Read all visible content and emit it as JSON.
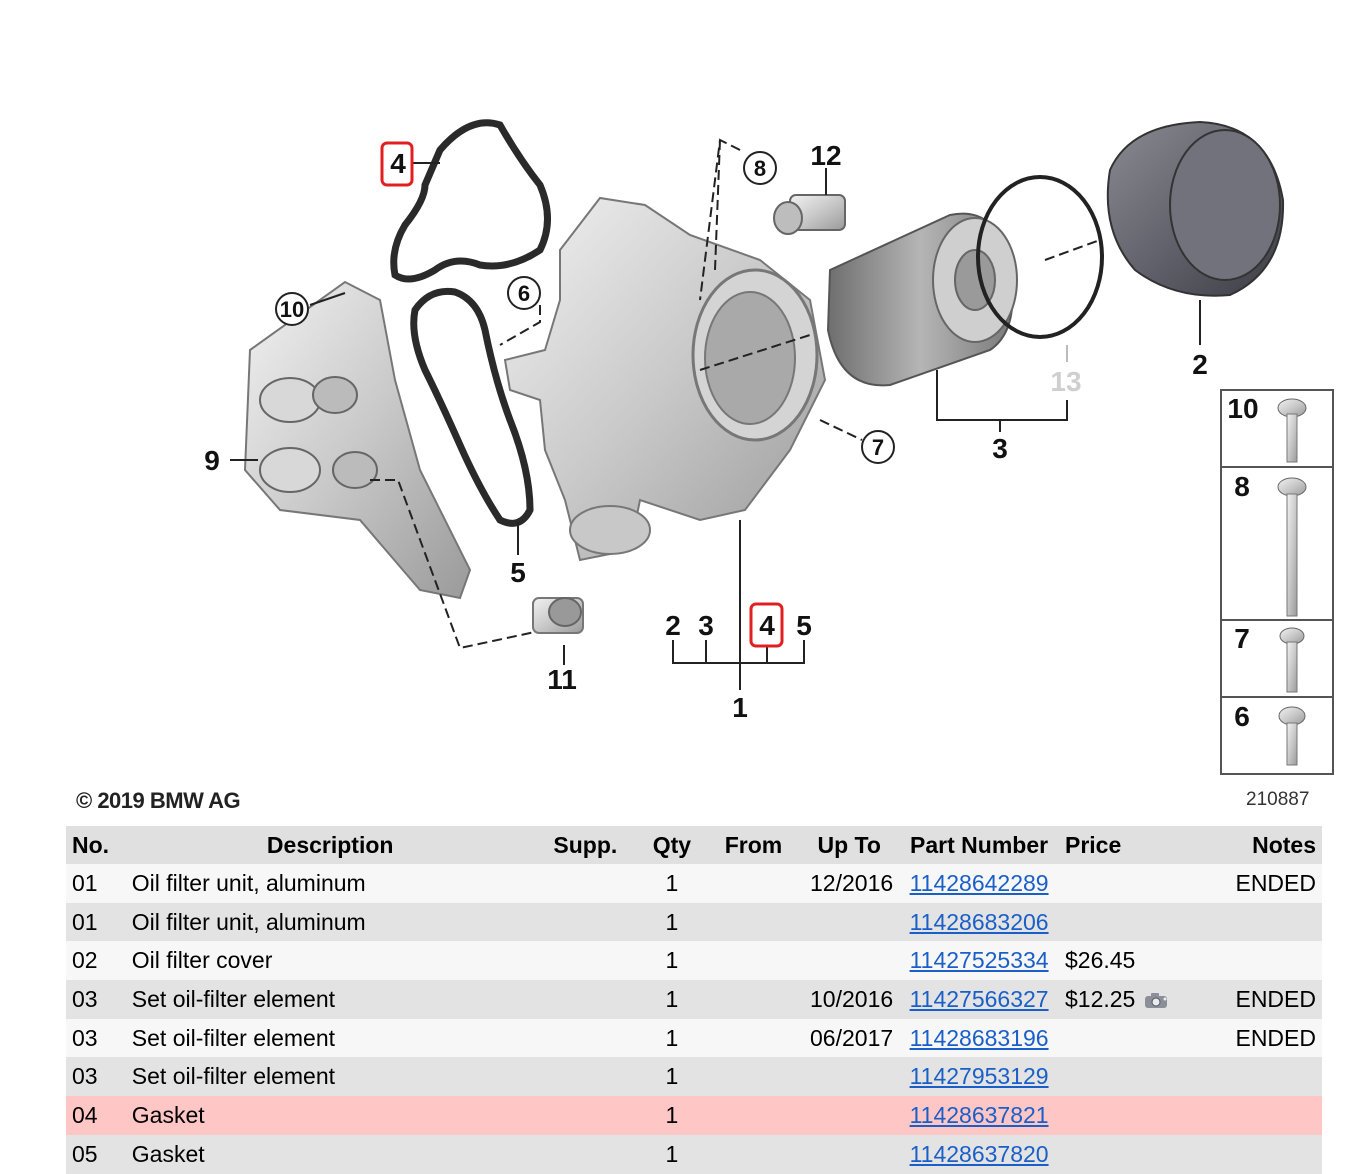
{
  "diagram": {
    "copyright": "© 2019 BMW AG",
    "diagram_id": "210887",
    "callouts": {
      "c1": "1",
      "c2": "2",
      "c3": "3",
      "c4": "4",
      "c5": "5",
      "c6": "6",
      "c7": "7",
      "c8": "8",
      "c9": "9",
      "c10": "10",
      "c11": "11",
      "c12": "12",
      "c13": "13",
      "sub2": "2",
      "sub3": "3",
      "sub4": "4",
      "sub5": "5",
      "box10": "10",
      "box8": "8",
      "box7": "7",
      "box6": "6"
    },
    "highlight_color": "#e02020"
  },
  "table": {
    "headers": {
      "no": "No.",
      "description": "Description",
      "supp": "Supp.",
      "qty": "Qty",
      "from": "From",
      "up_to": "Up To",
      "part_number": "Part Number",
      "price": "Price",
      "notes": "Notes"
    },
    "rows": [
      {
        "no": "01",
        "description": "Oil filter unit, aluminum",
        "supp": "",
        "qty": "1",
        "from": "",
        "up_to": "12/2016",
        "part_number": "11428642289",
        "price": "",
        "notes": "ENDED"
      },
      {
        "no": "01",
        "description": "Oil filter unit, aluminum",
        "supp": "",
        "qty": "1",
        "from": "",
        "up_to": "",
        "part_number": "11428683206",
        "price": "",
        "notes": ""
      },
      {
        "no": "02",
        "description": "Oil filter cover",
        "supp": "",
        "qty": "1",
        "from": "",
        "up_to": "",
        "part_number": "11427525334",
        "price": "$26.45",
        "notes": ""
      },
      {
        "no": "03",
        "description": "Set oil-filter element",
        "supp": "",
        "qty": "1",
        "from": "",
        "up_to": "10/2016",
        "part_number": "11427566327",
        "price": "$12.25",
        "notes": "ENDED",
        "icon": "camera-icon"
      },
      {
        "no": "03",
        "description": "Set oil-filter element",
        "supp": "",
        "qty": "1",
        "from": "",
        "up_to": "06/2017",
        "part_number": "11428683196",
        "price": "",
        "notes": "ENDED"
      },
      {
        "no": "03",
        "description": "Set oil-filter element",
        "supp": "",
        "qty": "1",
        "from": "",
        "up_to": "",
        "part_number": "11427953129",
        "price": "",
        "notes": ""
      },
      {
        "no": "04",
        "description": "Gasket",
        "supp": "",
        "qty": "1",
        "from": "",
        "up_to": "",
        "part_number": "11428637821",
        "price": "",
        "notes": ""
      },
      {
        "no": "05",
        "description": "Gasket",
        "supp": "",
        "qty": "1",
        "from": "",
        "up_to": "",
        "part_number": "11428637820",
        "price": "",
        "notes": ""
      }
    ],
    "colors": {
      "header_bg": "#e0e0e0",
      "row_light": "#f7f7f7",
      "row_dark": "#e3e3e3",
      "row_highlight": "#ffc6c6",
      "link": "#1a5fc8"
    }
  }
}
